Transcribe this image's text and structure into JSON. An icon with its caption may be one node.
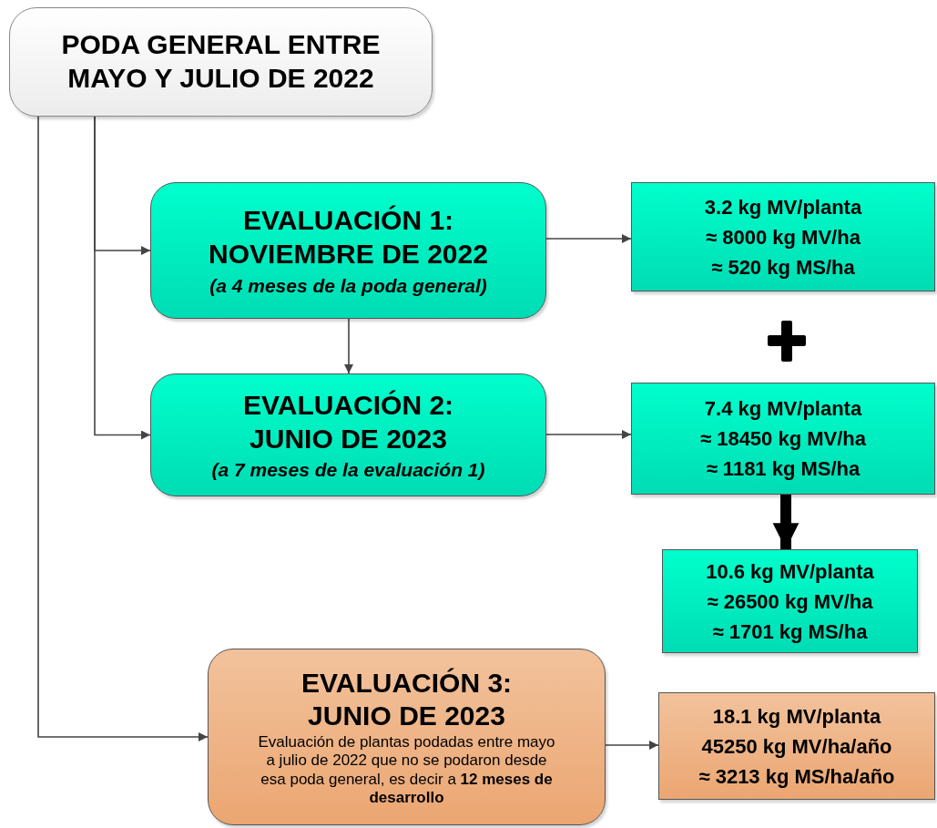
{
  "diagram": {
    "nodes": [
      {
        "text": [
          "PODA GENERAL ENTRE MAYO Y JULIO DE 2022"
        ]
      },
      {
        "text": [
          "EVALUACIÓN 1: NOVIEMBRE DE 2022",
          "(a 4 meses de la poda general)"
        ]
      },
      {
        "text": [
          "EVALUACIÓN 2: JUNIO DE 2023",
          "(a 7 meses de la evaluación 1)"
        ]
      },
      {
        "text": [
          "3.2 kg MV/planta",
          "≈ 8000 kg MV/ha",
          "≈ 520 kg MS/ha"
        ]
      },
      {
        "text": [
          "7.4 kg MV/planta",
          "≈ 18450 kg MV/ha",
          "≈ 1181 kg MS/ha"
        ]
      },
      {
        "text": [
          "10.6 kg MV/planta",
          "≈ 26500 kg MV/ha",
          "≈ 1701 kg MS/ha"
        ]
      },
      {
        "text": [
          "EVALUACIÓN 3: JUNIO DE 2023",
          "Evaluación de plantas podadas entre mayo a julio de 2022 que no se podaron desde esa poda general, es decir a **12 meses de desarrollo**"
        ]
      },
      {
        "text": [
          "18.1 kg MV/planta",
          "45250 kg MV/ha/año",
          "≈ 3213 kg MS/ha/año"
        ]
      }
    ],
    "edges": [
      {
        "from": 0,
        "to": 1,
        "arrow": "to"
      },
      {
        "from": 0,
        "to": 2,
        "arrow": "to"
      },
      {
        "from": 0,
        "to": 6,
        "arrow": "to"
      },
      {
        "from": 1,
        "to": 2,
        "arrow": "to"
      },
      {
        "from": 1,
        "to": 3,
        "arrow": "to"
      },
      {
        "from": 2,
        "to": 4,
        "arrow": "to"
      },
      {
        "from": 4,
        "to": 5,
        "arrow": "to",
        "style": "thick",
        "color": "#000000"
      },
      {
        "from": 6,
        "to": 7,
        "arrow": "to"
      }
    ]
  }
}
